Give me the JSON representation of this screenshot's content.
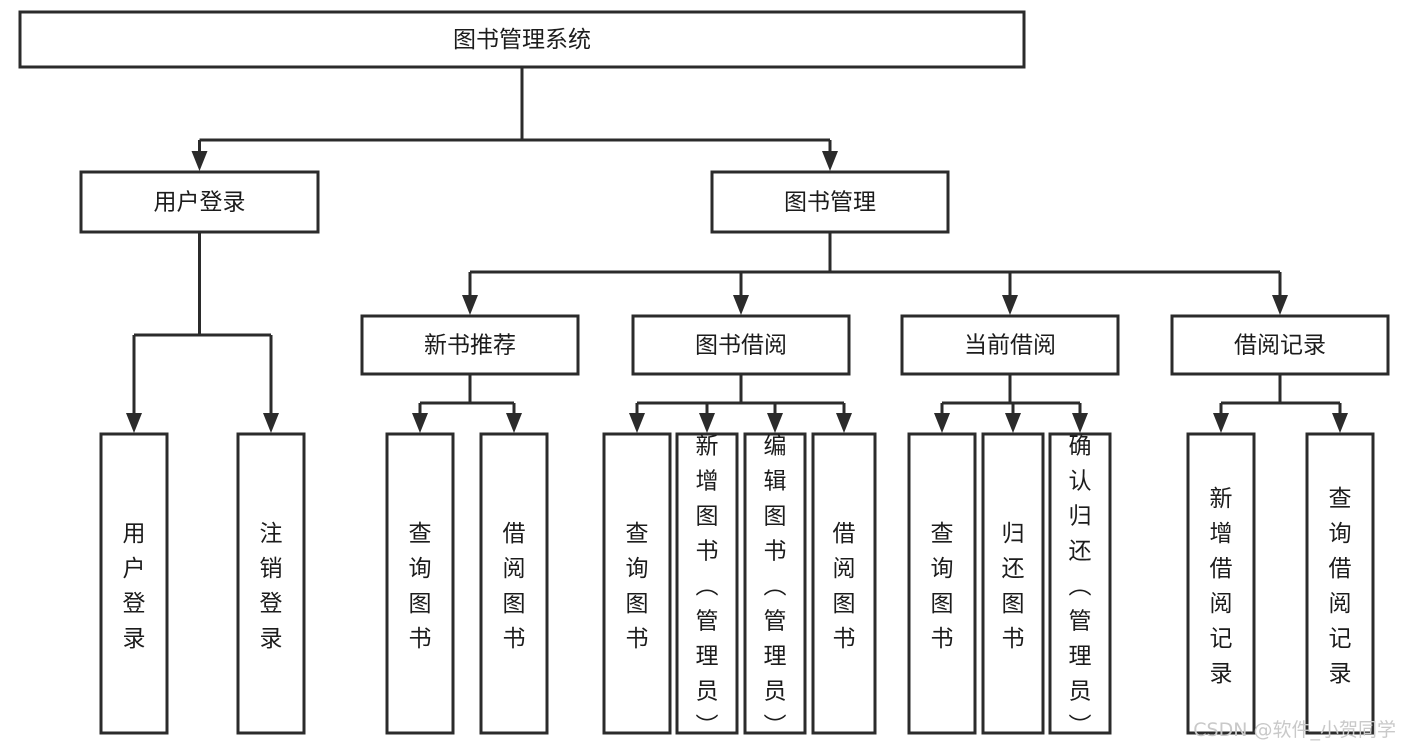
{
  "diagram": {
    "title": "图书管理系统",
    "type": "hierarchy-tree",
    "orientation": "top-down",
    "colors": {
      "box_fill": "#ffffff",
      "box_stroke": "#2b2b2b",
      "text": "#1c1c1c",
      "connector": "#2b2b2b",
      "background": "#ffffff",
      "watermark": "#c9c9c9"
    },
    "levels": [
      {
        "level": 1,
        "nodes": [
          {
            "id": "root",
            "label": "图书管理系统",
            "orientation": "horizontal"
          }
        ]
      },
      {
        "level": 2,
        "nodes": [
          {
            "id": "user-login",
            "label": "用户登录",
            "orientation": "horizontal",
            "parent": "root"
          },
          {
            "id": "book-manage",
            "label": "图书管理",
            "orientation": "horizontal",
            "parent": "root"
          }
        ]
      },
      {
        "level": 3,
        "nodes": [
          {
            "id": "new-book-recommend",
            "label": "新书推荐",
            "orientation": "horizontal",
            "parent": "book-manage"
          },
          {
            "id": "book-borrow",
            "label": "图书借阅",
            "orientation": "horizontal",
            "parent": "book-manage"
          },
          {
            "id": "current-borrow",
            "label": "当前借阅",
            "orientation": "horizontal",
            "parent": "book-manage"
          },
          {
            "id": "borrow-record",
            "label": "借阅记录",
            "orientation": "horizontal",
            "parent": "book-manage"
          }
        ]
      },
      {
        "level": 4,
        "nodes": [
          {
            "id": "leaf-user-login",
            "label": "用户登录",
            "orientation": "vertical",
            "parent": "user-login"
          },
          {
            "id": "leaf-logout",
            "label": "注销登录",
            "orientation": "vertical",
            "parent": "user-login"
          },
          {
            "id": "leaf-query-book-1",
            "label": "查询图书",
            "orientation": "vertical",
            "parent": "new-book-recommend"
          },
          {
            "id": "leaf-borrow-book-1",
            "label": "借阅图书",
            "orientation": "vertical",
            "parent": "new-book-recommend"
          },
          {
            "id": "leaf-query-book-2",
            "label": "查询图书",
            "orientation": "vertical",
            "parent": "book-borrow"
          },
          {
            "id": "leaf-add-book",
            "label": "新增图书（管理员）",
            "orientation": "vertical",
            "parent": "book-borrow"
          },
          {
            "id": "leaf-edit-book",
            "label": "编辑图书（管理员）",
            "orientation": "vertical",
            "parent": "book-borrow"
          },
          {
            "id": "leaf-borrow-book-2",
            "label": "借阅图书",
            "orientation": "vertical",
            "parent": "book-borrow"
          },
          {
            "id": "leaf-query-book-3",
            "label": "查询图书",
            "orientation": "vertical",
            "parent": "current-borrow"
          },
          {
            "id": "leaf-return-book",
            "label": "归还图书",
            "orientation": "vertical",
            "parent": "current-borrow"
          },
          {
            "id": "leaf-confirm-return",
            "label": "确认归还（管理员）",
            "orientation": "vertical",
            "parent": "current-borrow"
          },
          {
            "id": "leaf-add-record",
            "label": "新增借阅记录",
            "orientation": "vertical",
            "parent": "borrow-record"
          },
          {
            "id": "leaf-query-record",
            "label": "查询借阅记录",
            "orientation": "vertical",
            "parent": "borrow-record"
          }
        ]
      }
    ],
    "watermark": "CSDN @软件_小贺同学"
  }
}
